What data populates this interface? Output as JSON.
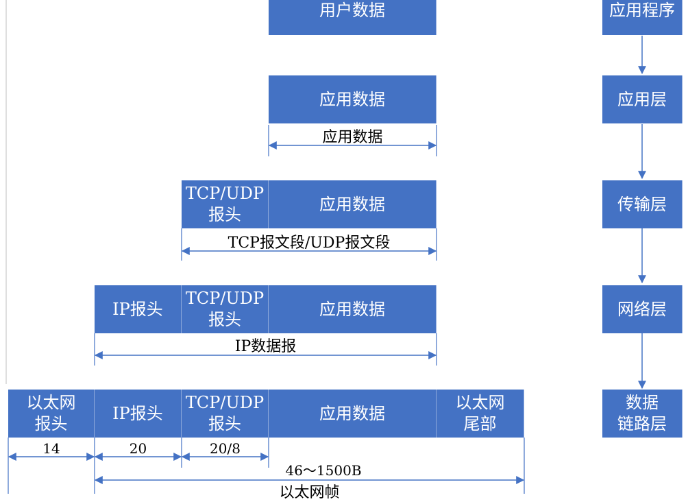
{
  "layers": {
    "app": "应用程序",
    "application": "应用层",
    "transport": "传输层",
    "network": "网络层",
    "datalink": "数据\n链路层"
  },
  "rows": {
    "user": {
      "data": "用户数据"
    },
    "application": {
      "data": "应用数据",
      "span_label": "应用数据"
    },
    "transport": {
      "tcp_udp": "TCP/UDP\n报头",
      "data": "应用数据",
      "span_label": "TCP报文段/UDP报文段"
    },
    "network": {
      "ip": "IP报头",
      "tcp_udp": "TCP/UDP\n报头",
      "data": "应用数据",
      "span_label": "IP数据报"
    },
    "ethernet": {
      "eth_head": "以太网\n报头",
      "ip": "IP报头",
      "tcp_udp": "TCP/UDP\n报头",
      "data": "应用数据",
      "eth_tail": "以太网\n尾部",
      "len_eth": "14",
      "len_ip": "20",
      "len_tcp": "20/8",
      "len_payload": "46～1500B",
      "span_label": "以太网帧"
    }
  },
  "colors": {
    "box": "#4472c4",
    "line": "#4472c4",
    "text": "#000000"
  }
}
